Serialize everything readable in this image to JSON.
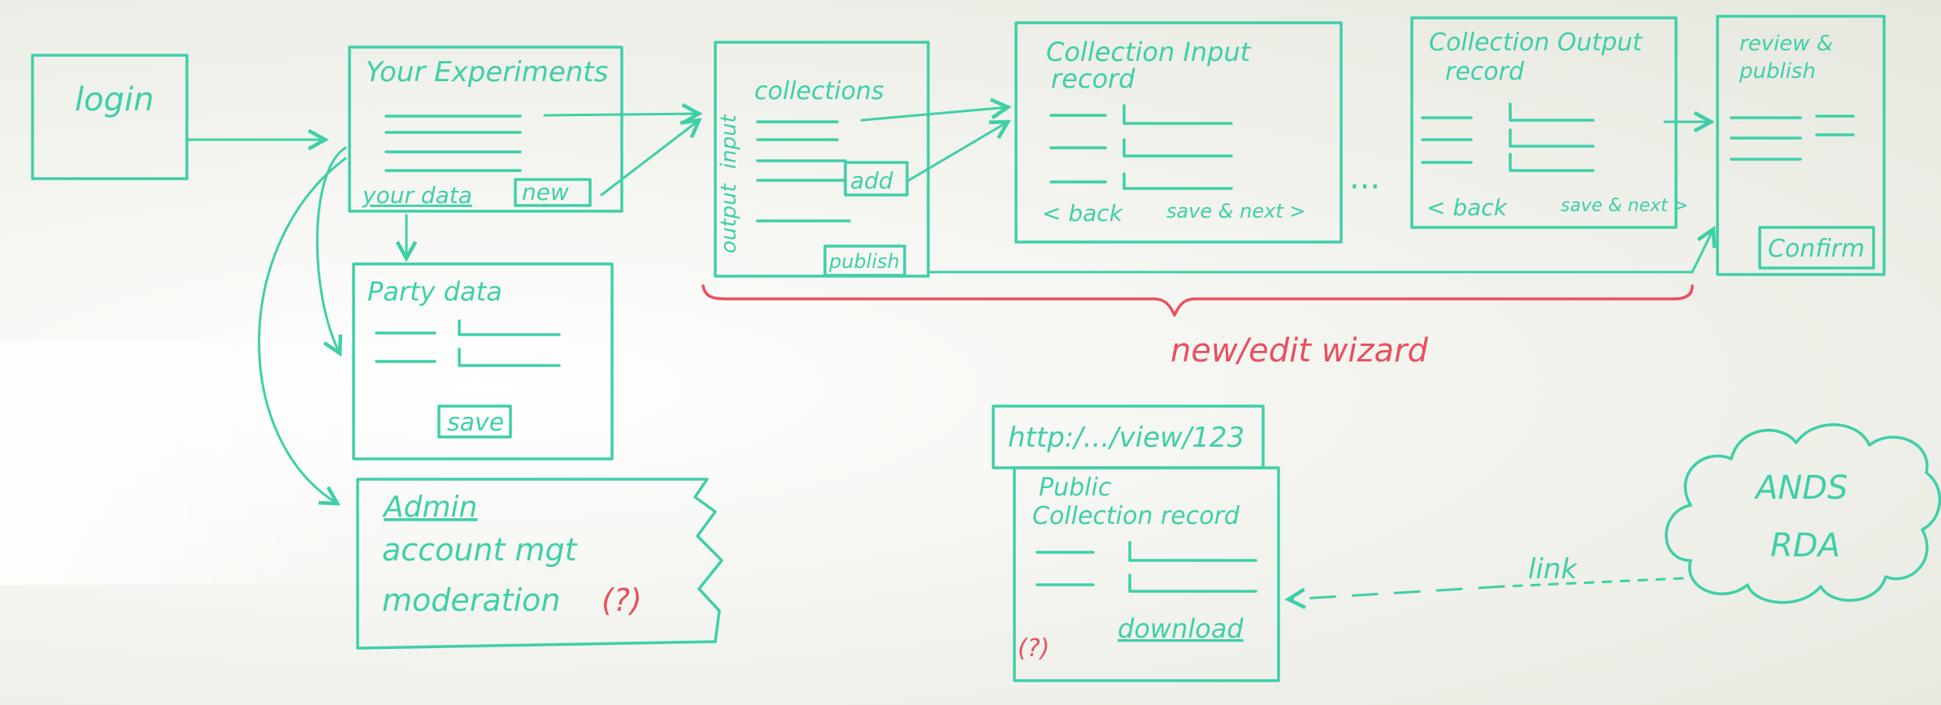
{
  "colors": {
    "marker": "#3fcfa8",
    "marker_red": "#e8505f",
    "board": "#f4f5f0"
  },
  "login": {
    "title": "login"
  },
  "experiments": {
    "title": "Your Experiments",
    "link": "your data",
    "new_button": "new"
  },
  "party": {
    "title": "Party data",
    "save_button": "save"
  },
  "admin": {
    "title": "Admin",
    "line1": "account mgt",
    "line2": "moderation",
    "flag": "(?)"
  },
  "collections": {
    "title": "collections",
    "side_input": "input",
    "side_output": "output",
    "add_button": "add",
    "publish_button": "publish"
  },
  "input_record": {
    "title_line1": "Collection Input",
    "title_line2": "record",
    "back": "< back",
    "next": "save & next >"
  },
  "ellipsis": "...",
  "output_record": {
    "title_line1": "Collection Output",
    "title_line2": "record",
    "back": "< back",
    "next": "save & next >"
  },
  "review": {
    "title_line1": "review &",
    "title_line2": "publish",
    "confirm_button": "Confirm"
  },
  "wizard_label": "new/edit wizard",
  "public": {
    "url": "http:/.../view/123",
    "title_line1": "Public",
    "title_line2": "Collection record",
    "flag": "(?)",
    "download": "download"
  },
  "link_label": "link",
  "ands": {
    "line1": "ANDS",
    "line2": "RDA"
  }
}
